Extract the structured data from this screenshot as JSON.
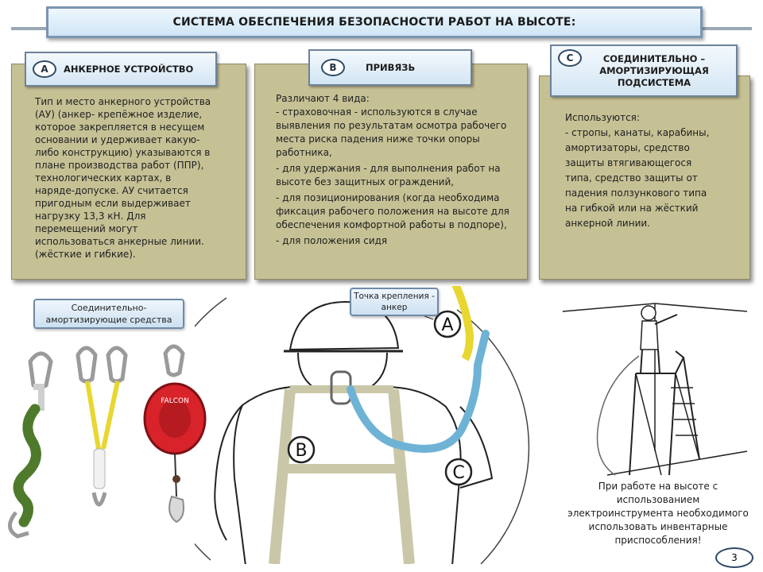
{
  "title": "СИСТЕМА ОБЕСПЕЧЕНИЯ БЕЗОПАСНОСТИ РАБОТ НА ВЫСОТЕ:",
  "panels": [
    {
      "letter": "A",
      "title": "АНКЕРНОЕ УСТРОЙСТВО",
      "lines": [
        "Тип и место анкерного устройства",
        "(АУ) (анкер-  крепёжное изделие,",
        "которое закрепляется в несущем",
        "основании и удерживает какую-",
        "либо конструкцию)  указываются в",
        "плане производства работ (ППР),",
        "технологических картах,  в",
        "наряде-допуске. АУ считается",
        "пригодным если выдерживает",
        "нагрузку 13,3 кН.  Для",
        "перемещений могут",
        "использоваться анкерные линии.",
        "(жёсткие и гибкие)."
      ]
    },
    {
      "letter": "B",
      "title": "ПРИВЯЗЬ",
      "intro": "Различают 4 вида:",
      "items": [
        "- страховочная - используются в случае выявления по результатам осмотра рабочего места риска падения ниже точки опоры работника,",
        "- для удержания - для выполнения работ на высоте без защитных ограждений,",
        "- для позиционирования (когда необходима фиксация рабочего положения на высоте для обеспечения комфортной работы в подпоре),",
        "- для положения сидя"
      ]
    },
    {
      "letter": "C",
      "title_lines": [
        "СОЕДИНИТЕЛЬНО –",
        "АМОРТИЗИРУЮЩАЯ",
        "ПОДСИСТЕМА"
      ],
      "lines": [
        "Используются:",
        "- стропы, канаты, карабины,",
        "амортизаторы, средство",
        "защиты втягивающегося",
        "типа, средство защиты от",
        "падения ползункового типа",
        "на гибкой или на жёсткий",
        "анкерной линии."
      ]
    }
  ],
  "callouts": {
    "connecting_means": [
      "Соединительно-",
      "амортизирующие средства"
    ],
    "anchor_point": [
      "Точка крепления -",
      "анкер"
    ]
  },
  "diagram_letters": {
    "a": "A",
    "b": "B",
    "c": "C"
  },
  "device_label": "FALCON",
  "caption_lines": [
    "При работе на высоте с",
    "использованием",
    "электроинструмента необходимого",
    "использовать инвентарные",
    "приспособления!"
  ],
  "page_number": "3",
  "colors": {
    "panel": "#c6c195",
    "header": "#dcebf6",
    "lanyard_green": "#4f7a2c",
    "strap_yellow": "#e8d730",
    "device_red": "#d8232a",
    "lanyard_blue": "#6eb3d6"
  }
}
